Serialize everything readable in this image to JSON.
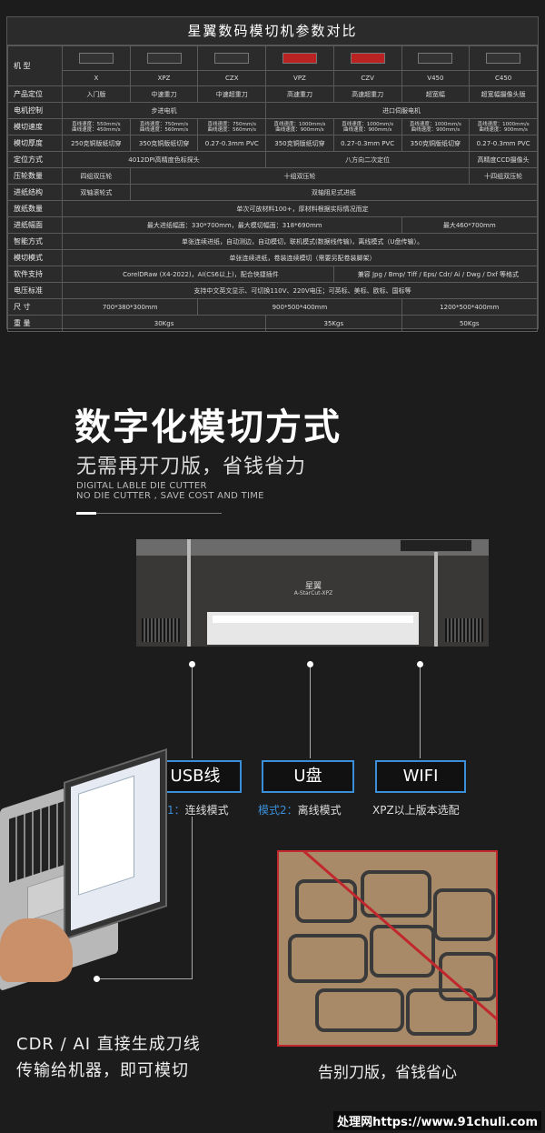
{
  "table": {
    "title": "星翼数码模切机参数对比",
    "model_label": "机 型",
    "models": [
      "X",
      "XPZ",
      "CZX",
      "VPZ",
      "CZV",
      "V450",
      "C450"
    ],
    "rows": {
      "position": {
        "label": "产品定位",
        "cells": [
          "入门版",
          "中速重刀",
          "中速超重刀",
          "高速重刀",
          "高速超重刀",
          "超宽幅",
          "超宽幅摄像头版"
        ]
      },
      "motor": {
        "label": "电机控制",
        "a": "步进电机",
        "b": "进口伺服电机"
      },
      "speed": {
        "label": "模切速度",
        "cells": [
          [
            "直线速度：550mm/s",
            "曲线速度：450mm/s"
          ],
          [
            "直线速度：750mm/s",
            "曲线速度：560mm/s"
          ],
          [
            "直线速度：750mm/s",
            "曲线速度：560mm/s"
          ],
          [
            "直线速度：1000mm/s",
            "曲线速度：900mm/s"
          ],
          [
            "直线速度：1000mm/s",
            "曲线速度：900mm/s"
          ],
          [
            "直线速度：1000mm/s",
            "曲线速度：900mm/s"
          ],
          [
            "直线速度：1000mm/s",
            "曲线速度：900mm/s"
          ]
        ]
      },
      "thickness": {
        "label": "模切厚度",
        "cells": [
          "250克铜版纸切穿",
          "350克铜版纸切穿",
          "0.27-0.3mm PVC",
          "350克铜版纸切穿",
          "0.27-0.3mm PVC",
          "350克铜版纸切穿",
          "0.27-0.3mm PVC"
        ]
      },
      "locate": {
        "label": "定位方式",
        "a": "4012DPI高精度色标探头",
        "b": "八方向二次定位",
        "c": "高精度CCD摄像头"
      },
      "roller": {
        "label": "压轮数量",
        "a": "四组双压轮",
        "b": "十组双压轮",
        "c": "十四组双压轮"
      },
      "feed": {
        "label": "进纸结构",
        "a": "双轴滚轮式",
        "b": "双轴阻尼式进纸"
      },
      "load": {
        "label": "放纸数量",
        "a": "单次可放材料100+，厚材料根据实际情况而定"
      },
      "width": {
        "label": "进纸幅面",
        "a": "最大进纸幅面：330*700mm，最大模切幅面：318*690mm",
        "b": "最大460*700mm"
      },
      "smart": {
        "label": "智能方式",
        "a": "单张连续进纸，自动测边，自动模切，联机模式(数据线传输)，离线模式（U盘传输）。"
      },
      "cutmode": {
        "label": "模切模式",
        "a": "单张连续进纸，卷装连续模切（需要另配卷装脚架）"
      },
      "software": {
        "label": "软件支持",
        "a": "CorelDRaw (X4-2022)，AI(CS6以上)，配合快捷插件",
        "b": "兼容 Jpg / Bmp/ Tiff / Eps/ Cdr/ Ai / Dwg / Dxf 等格式"
      },
      "voltage": {
        "label": "电压标准",
        "a": "支持中文英文显示、可切换110V、220V电压；可英标、美标、欧标、国标等"
      },
      "size": {
        "label": "尺 寸",
        "a": "700*380*300mm",
        "b": "900*500*400mm",
        "c": "1200*500*400mm"
      },
      "weight": {
        "label": "重 量",
        "a": "30Kgs",
        "b": "35Kgs",
        "c": "50Kgs"
      }
    }
  },
  "hero": {
    "title": "数字化模切方式",
    "subtitle": "无需再开刀版，省钱省力",
    "en_line1": "DIGITAL LABLE DIE CUTTER",
    "en_line2": "NO DIE CUTTER , SAVE COST AND TIME"
  },
  "machine": {
    "brand": "星翼",
    "model": "A-StarCut-XPZ"
  },
  "connections": [
    {
      "box": "USB线",
      "mode_prefix": "模式1：",
      "mode_text": "连线模式"
    },
    {
      "box": "U盘",
      "mode_prefix": "模式2：",
      "mode_text": "离线模式"
    },
    {
      "box": "WIFI",
      "mode_prefix": "",
      "mode_text": "XPZ以上版本选配"
    }
  ],
  "bottom": {
    "left_line1": "CDR / AI 直接生成刀线",
    "left_line2": "传输给机器，即可模切",
    "right": "告别刀版，省钱省心"
  },
  "watermark": "处理网https://www.91chuli.com",
  "colors": {
    "accent": "#3a8fd8",
    "alert": "#c0282d",
    "bg": "#1c1c1c"
  }
}
